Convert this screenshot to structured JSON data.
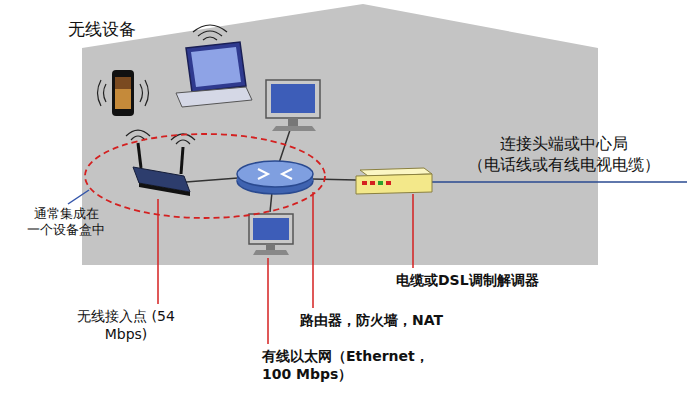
{
  "diagram": {
    "nodes": [
      {
        "text": [
          "无线设备"
        ]
      }
    ],
    "labels": [
      "连接头端或中心局 （电话线或有线电视电缆）",
      "通常集成在 一个设备盒中",
      "无线接入点 (54 Mbps)",
      "路由器，防火墙，NAT",
      "有线以太网（Ethernet， 100 Mbps）",
      "电缆或DSL调制解调器"
    ]
  }
}
